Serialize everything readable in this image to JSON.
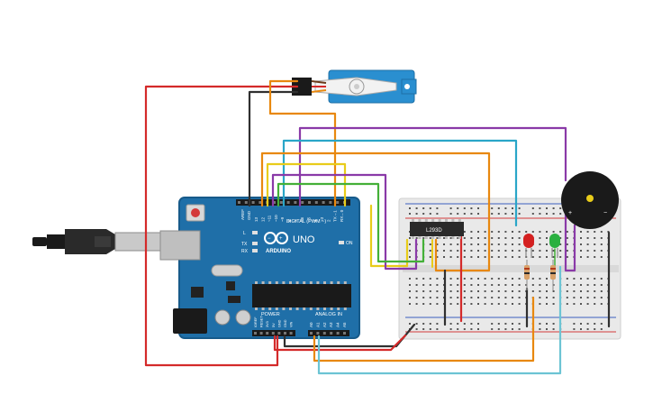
{
  "arduino": {
    "digital_label": "DIGITAL (PWM ~)",
    "analog_label": "ANALOG IN",
    "power_label": "POWER",
    "brand": "ARDUINO",
    "model": "UNO",
    "on_label": "ON",
    "tx_label": "TX",
    "rx_label": "RX",
    "l_label": "L",
    "aref_label": "AREF",
    "gnd_label": "GND",
    "digital_pins": [
      "13",
      "12",
      "~11",
      "~10",
      "~9",
      "8",
      "7",
      "~6",
      "~5",
      "4",
      "~3",
      "2",
      "TX→1",
      "RX←0"
    ],
    "power_pins": [
      "IOREF",
      "RESET",
      "3V3",
      "5V",
      "GND",
      "GND",
      "VIN"
    ],
    "analog_pins": [
      "A0",
      "A1",
      "A2",
      "A3",
      "A4",
      "A5"
    ]
  },
  "chip": {
    "label": "L293D"
  },
  "buzzer": {
    "plus": "+",
    "minus": "−"
  },
  "colors": {
    "board": "#1f6fa8",
    "board_edge": "#175a8a",
    "breadboard": "#e9e9e9",
    "wire_red": "#d42a2a",
    "wire_black": "#303030",
    "wire_orange": "#e8880f",
    "wire_yellow": "#e8cc1a",
    "wire_green": "#44b038",
    "wire_blue": "#2aa6c8",
    "wire_purple": "#8a3aa8",
    "wire_cyan": "#6cc4d4",
    "servo": "#2a8fd0",
    "led_red": "#d42020",
    "led_green": "#2ab040"
  }
}
